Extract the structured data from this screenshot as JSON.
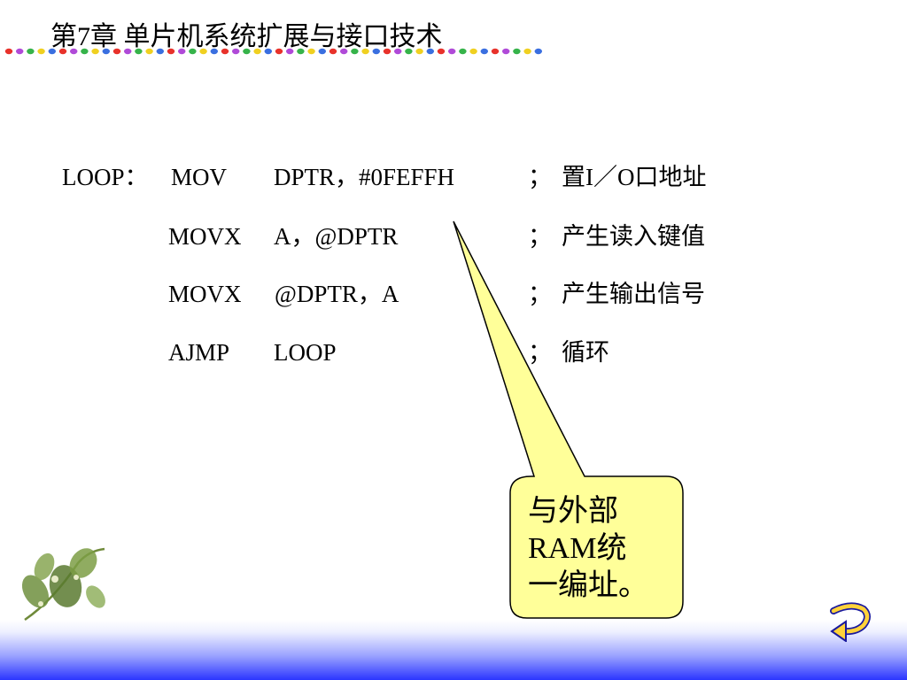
{
  "slide": {
    "title": "第7章  单片机系统扩展与接口技术"
  },
  "code_lines": [
    {
      "label": "LOOP：",
      "op": "MOV",
      "operand": "DPTR，#0FEFFH",
      "sep": "；",
      "comment": "置I／O口地址"
    },
    {
      "label": "",
      "op": "MOVX",
      "operand": "A，@DPTR",
      "sep": "；",
      "comment": "产生读入键值"
    },
    {
      "label": "",
      "op": "MOVX",
      "operand": "@DPTR，A",
      "sep": "；",
      "comment": "产生输出信号"
    },
    {
      "label": "",
      "op": "AJMP",
      "operand": "LOOP",
      "sep": "；",
      "comment": "循环"
    }
  ],
  "callout": {
    "text": "与外部\nRAM统\n一编址。",
    "fill_color": "#ffff99",
    "border_color": "#000000"
  },
  "colors": {
    "footer_gradient_end": "#2b35ff",
    "dot_red": "#e8322b",
    "dot_purple": "#b04ad8",
    "dot_green": "#36b34a",
    "dot_yellow": "#f0d020",
    "dot_blue": "#3a6fe0"
  },
  "icons": {
    "decoration": "plant-leaves-icon",
    "navigation": "return-arrow-icon"
  }
}
